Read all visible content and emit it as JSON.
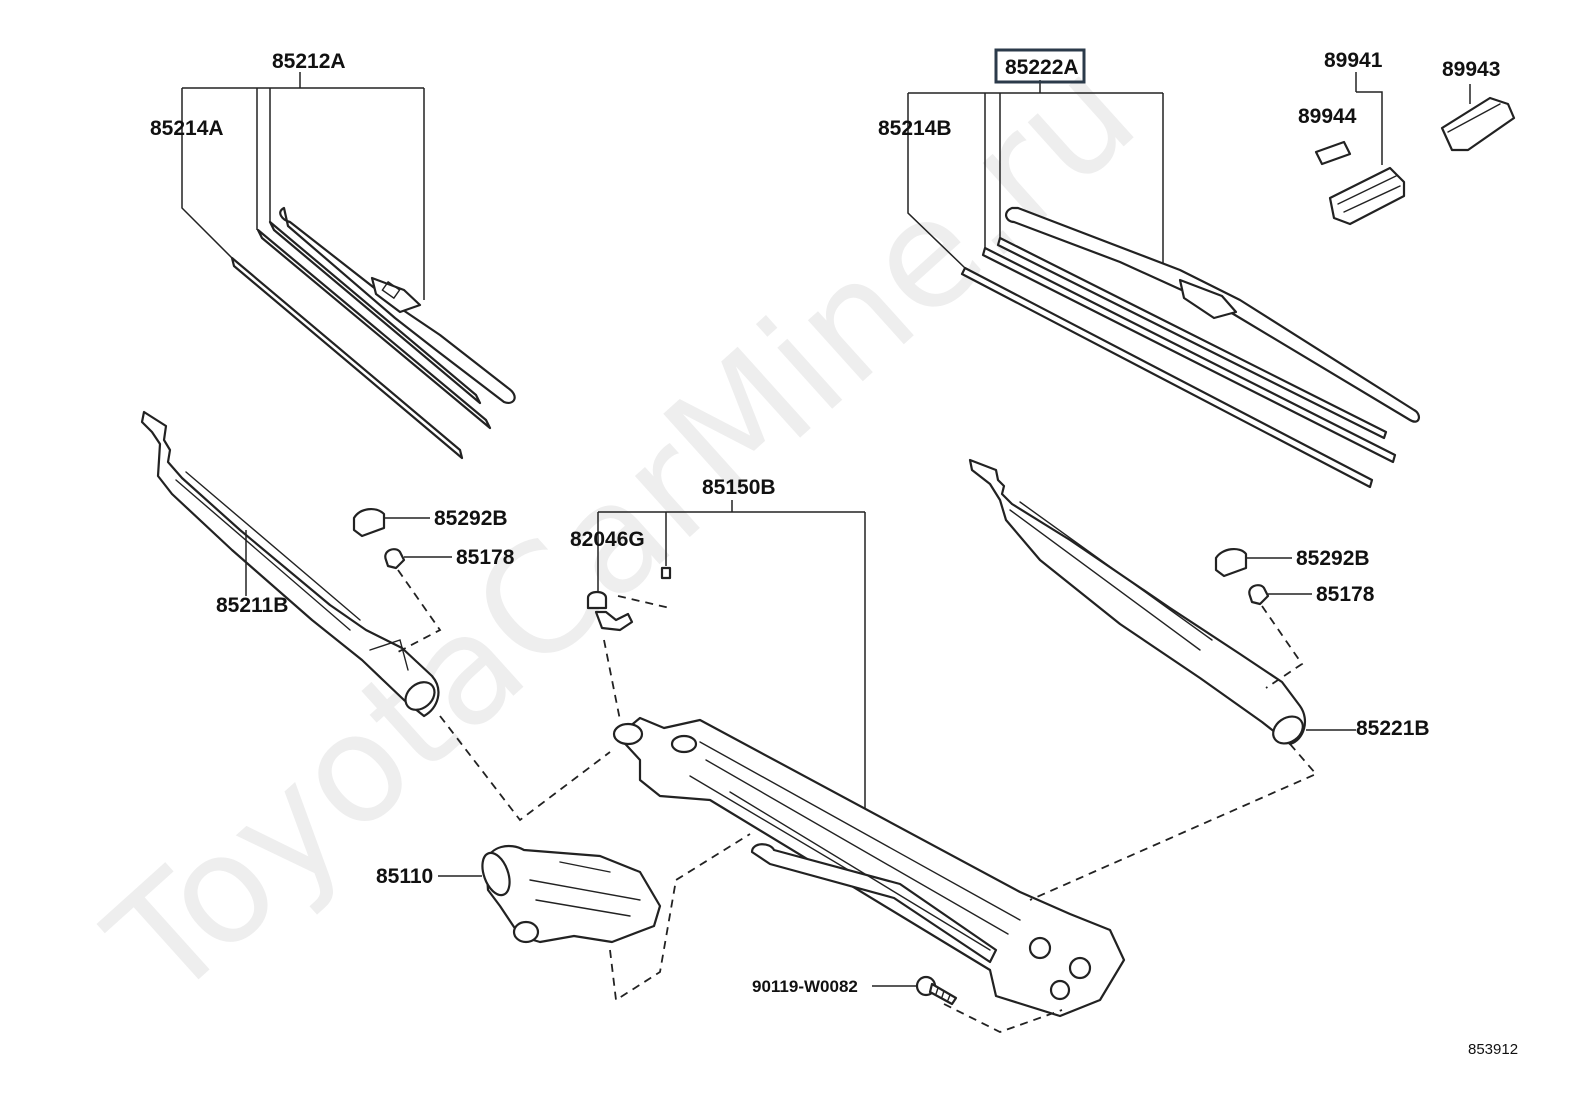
{
  "watermark": "ToyotaCarMine.ru",
  "diagram_id": "853912",
  "labels": {
    "p85212A": "85212A",
    "p85214A": "85214A",
    "p85222A": "85222A",
    "p85214B": "85214B",
    "p89941": "89941",
    "p89944": "89944",
    "p89943": "89943",
    "p85292B_left": "85292B",
    "p85178_left": "85178",
    "p85211B": "85211B",
    "p85150B": "85150B",
    "p82046G": "82046G",
    "p85292B_right": "85292B",
    "p85178_right": "85178",
    "p85221B": "85221B",
    "p85110": "85110",
    "p90119": "90119-W0082"
  },
  "highlighted_part": "85222A"
}
